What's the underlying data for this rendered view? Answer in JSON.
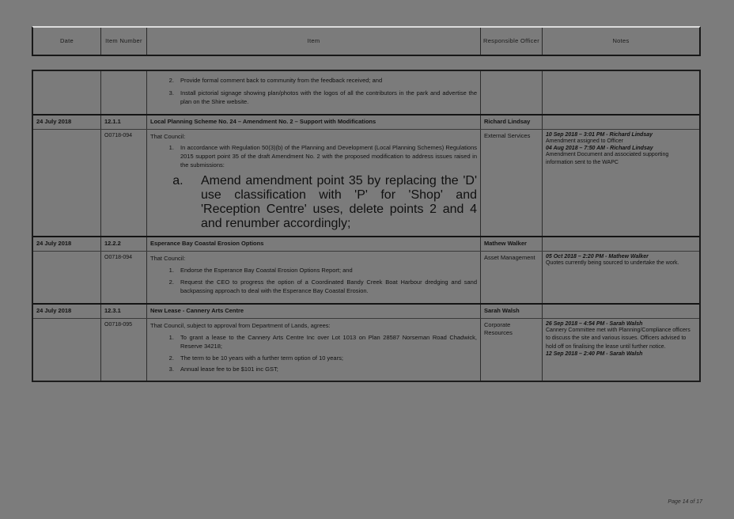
{
  "document": {
    "type": "council-action-sheet",
    "footer": "Page 14 of 17"
  },
  "table": {
    "columns": [
      {
        "key": "date",
        "label": "Date"
      },
      {
        "key": "item_number",
        "label": "Item Number"
      },
      {
        "key": "item",
        "label": "Item"
      },
      {
        "key": "responsible_officer",
        "label": "Responsible Officer"
      },
      {
        "key": "notes",
        "label": "Notes"
      }
    ],
    "rows": [
      {
        "kind": "continued-detail",
        "date": "",
        "item_number": "",
        "list_start": 2,
        "list_items": [
          "Provide formal comment back to community from the feedback received; and",
          "Install pictorial signage showing plan/photos with the logos of all the contributors in the park and advertise the plan on the Shire website."
        ],
        "responsible_officer": "",
        "notes": []
      },
      {
        "kind": "header",
        "date": "24 July 2018",
        "item_number": "12.1.1",
        "item": "Local Planning Scheme No. 24 – Amendment No. 2 – Support with Modifications",
        "responsible_officer": "Richard Lindsay",
        "notes": []
      },
      {
        "kind": "detail",
        "resolution_id": "O0718-094",
        "lead": "That Council:",
        "list_start": 1,
        "list_items": [
          "In accordance with Regulation 50(3)(b) of the Planning and Development (Local Planning Schemes) Regulations 2015 support point 35 of the draft Amendment No. 2 with the proposed modification to address issues raised in the submissions:"
        ],
        "sub_items": [
          "Amend amendment point 35 by replacing the 'D' use classification with 'P' for 'Shop' and 'Reception Centre' uses, delete points 2 and 4 and renumber accordingly;"
        ],
        "responsible_officer": "External Services",
        "notes": [
          {
            "timestamp": "10 Sep 2018 – 3:01 PM - Richard Lindsay",
            "body": "Amendment assigned to Officer"
          },
          {
            "timestamp": "04 Aug 2018 – 7:50 AM - Richard Lindsay",
            "body": "Amendment Document and associated supporting information sent to the WAPC"
          }
        ]
      },
      {
        "kind": "header",
        "date": "24 July 2018",
        "item_number": "12.2.2",
        "item": "Esperance Bay Coastal Erosion Options",
        "responsible_officer": "Mathew Walker",
        "notes": []
      },
      {
        "kind": "detail",
        "resolution_id": "O0718-094",
        "lead": "That Council:",
        "list_start": 1,
        "list_items": [
          "Endorse the Esperance Bay Coastal Erosion Options Report; and",
          "Request the CEO to progress the option of a Coordinated Bandy Creek Boat Harbour dredging and sand backpassing approach to deal with the Esperance Bay Coastal Erosion."
        ],
        "sub_items": [],
        "responsible_officer": "Asset Management",
        "notes": [
          {
            "timestamp": "05 Oct 2018 – 2:20 PM - Mathew Walker",
            "body": "Quotes currently being sourced to undertake the work."
          }
        ]
      },
      {
        "kind": "header",
        "date": "24 July 2018",
        "item_number": "12.3.1",
        "item": "New Lease - Cannery Arts Centre",
        "responsible_officer": "Sarah Walsh",
        "notes": []
      },
      {
        "kind": "detail",
        "resolution_id": "O0718-095",
        "lead": "That Council, subject to approval from Department of Lands, agrees:",
        "list_start": 1,
        "list_items": [
          "To grant a lease to the Cannery Arts Centre Inc over Lot 1013 on Plan 28587 Norseman Road Chadwick, Reserve 34218;",
          "The term to be 10 years with a further term option of 10 years;",
          "Annual lease fee to be $101 inc GST;"
        ],
        "sub_items": [],
        "responsible_officer": "Corporate Resources",
        "notes": [
          {
            "timestamp": "26 Sep 2018 – 4:54 PM - Sarah Walsh",
            "body": "Cannery Committee met with Planning/Compliance officers to discuss the site and various issues. Officers advised to hold off on finalising the lease until further notice."
          },
          {
            "timestamp": "12 Sep 2018 – 2:40 PM - Sarah Walsh",
            "body": ""
          }
        ]
      }
    ]
  }
}
